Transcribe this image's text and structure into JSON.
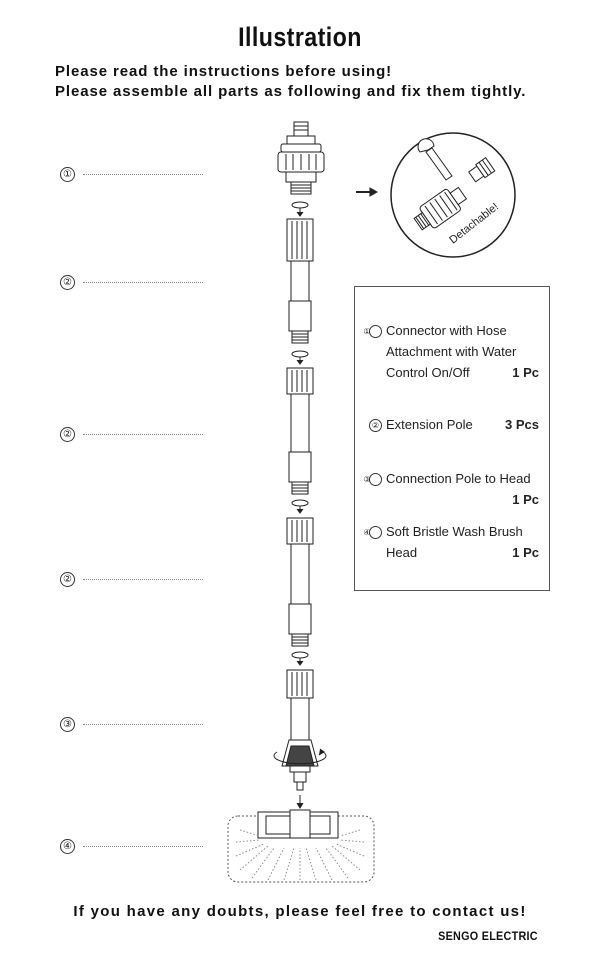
{
  "title": "Illustration",
  "intro": {
    "line1": "Please read the instructions before using!",
    "line2": "Please assemble all parts as following and fix them tightly."
  },
  "callouts": [
    "①",
    "②",
    "②",
    "②",
    "③",
    "④"
  ],
  "detail": {
    "label": "Detachable!"
  },
  "parts": [
    {
      "num": "①",
      "text": "Connector with Hose Attachment with Water",
      "last": "Control On/Off",
      "qty": "1 Pc"
    },
    {
      "num": "②",
      "text": "",
      "last": "Extension Pole",
      "qty": "3 Pcs"
    },
    {
      "num": "③",
      "text": "Connection Pole to Head",
      "last": "",
      "qty": "1 Pc"
    },
    {
      "num": "④",
      "text": "Soft Bristle Wash Brush",
      "last": "Head",
      "qty": "1 Pc"
    }
  ],
  "footer": "If you have any doubts, please feel free to contact us!",
  "brand": "SENGO ELECTRIC"
}
